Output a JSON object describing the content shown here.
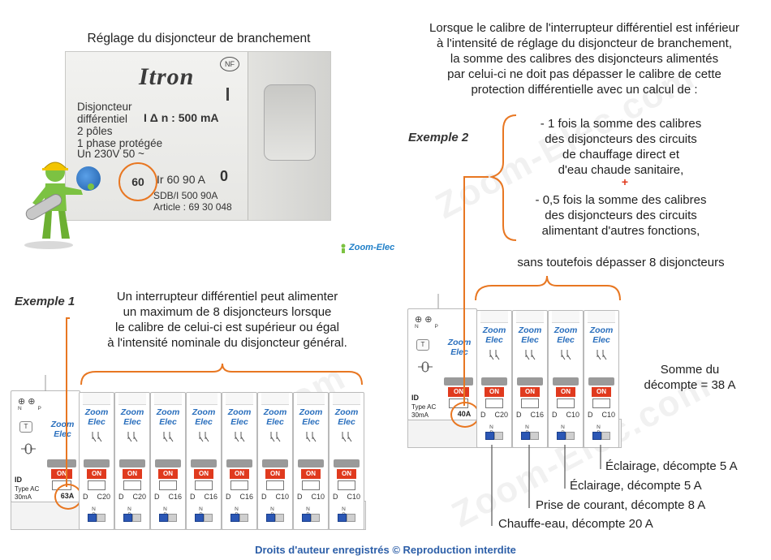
{
  "photo": {
    "caption": "Réglage du disjoncteur de branchement",
    "brand": "Itron",
    "nf": "NF",
    "lines": [
      "Disjoncteur",
      "différentiel",
      "2 pôles",
      "1 phase protégée",
      "Un 230V 50 ~"
    ],
    "idelta": "I Δ n : 500 mA",
    "setting": "60",
    "range": "Ir 60 90 A",
    "zero": "0",
    "model": "SDB/I 500 90A",
    "article": "Article : 69 30 048",
    "marker_colors": {
      "accent": "#e87722"
    }
  },
  "example1": {
    "label": "Exemple 1",
    "text_lines": [
      "Un interrupteur différentiel peut alimenter",
      "un maximum de 8 disjoncteurs lorsque",
      "le calibre de celui-ci est supérieur ou égal",
      "à l'intensité nominale du disjoncteur général."
    ],
    "id_module": {
      "title": "ID",
      "type": "Type AC",
      "sens": "30mA",
      "rating": "63A",
      "brand1": "Zoom",
      "brand2": "Elec",
      "on": "ON",
      "test": "T",
      "np": "N P"
    },
    "breakers": [
      {
        "curve": "D",
        "rating": "C20"
      },
      {
        "curve": "D",
        "rating": "C20"
      },
      {
        "curve": "D",
        "rating": "C16"
      },
      {
        "curve": "D",
        "rating": "C16"
      },
      {
        "curve": "D",
        "rating": "C16"
      },
      {
        "curve": "D",
        "rating": "C10"
      },
      {
        "curve": "D",
        "rating": "C10"
      },
      {
        "curve": "D",
        "rating": "C10"
      }
    ]
  },
  "example2": {
    "label": "Exemple 2",
    "intro_lines": [
      "Lorsque le calibre de l'interrupteur différentiel est inférieur",
      "à l'intensité de réglage du disjoncteur de branchement,",
      "la somme des calibres des disjoncteurs alimentés",
      "par celui-ci ne doit pas dépasser le calibre de cette",
      "protection différentielle avec un calcul de :"
    ],
    "rule1_lines": [
      "- 1 fois la somme des calibres",
      "des disjoncteurs des circuits",
      "de chauffage direct et",
      "d'eau chaude sanitaire,"
    ],
    "plus": "+",
    "rule2_lines": [
      "- 0,5 fois la somme des calibres",
      "des disjoncteurs des circuits",
      "alimentant d'autres fonctions,"
    ],
    "limit": "sans toutefois dépasser 8 disjoncteurs",
    "sum_lines": [
      "Somme du",
      "décompte = 38 A"
    ],
    "id_module": {
      "title": "ID",
      "type": "Type AC",
      "sens": "30mA",
      "rating": "40A",
      "brand1": "Zoom",
      "brand2": "Elec",
      "on": "ON",
      "test": "T",
      "np": "N P"
    },
    "breakers": [
      {
        "curve": "D",
        "rating": "C20"
      },
      {
        "curve": "D",
        "rating": "C16"
      },
      {
        "curve": "D",
        "rating": "C10"
      },
      {
        "curve": "D",
        "rating": "C10"
      }
    ],
    "circuits": [
      "Éclairage, décompte 5 A",
      "Éclairage, décompte 5 A",
      "Prise de courant, décompte 8 A",
      "Chauffe-eau, décompte 20 A"
    ]
  },
  "logo": "Zoom-Elec",
  "watermark": "Zoom-Elec.com",
  "copyright": "Droits d'auteur enregistrés © Reproduction interdite",
  "colors": {
    "accent": "#e87722",
    "brand_blue": "#2a6fbd",
    "on_red": "#e03a1e",
    "copyright": "#2d5fa8"
  }
}
